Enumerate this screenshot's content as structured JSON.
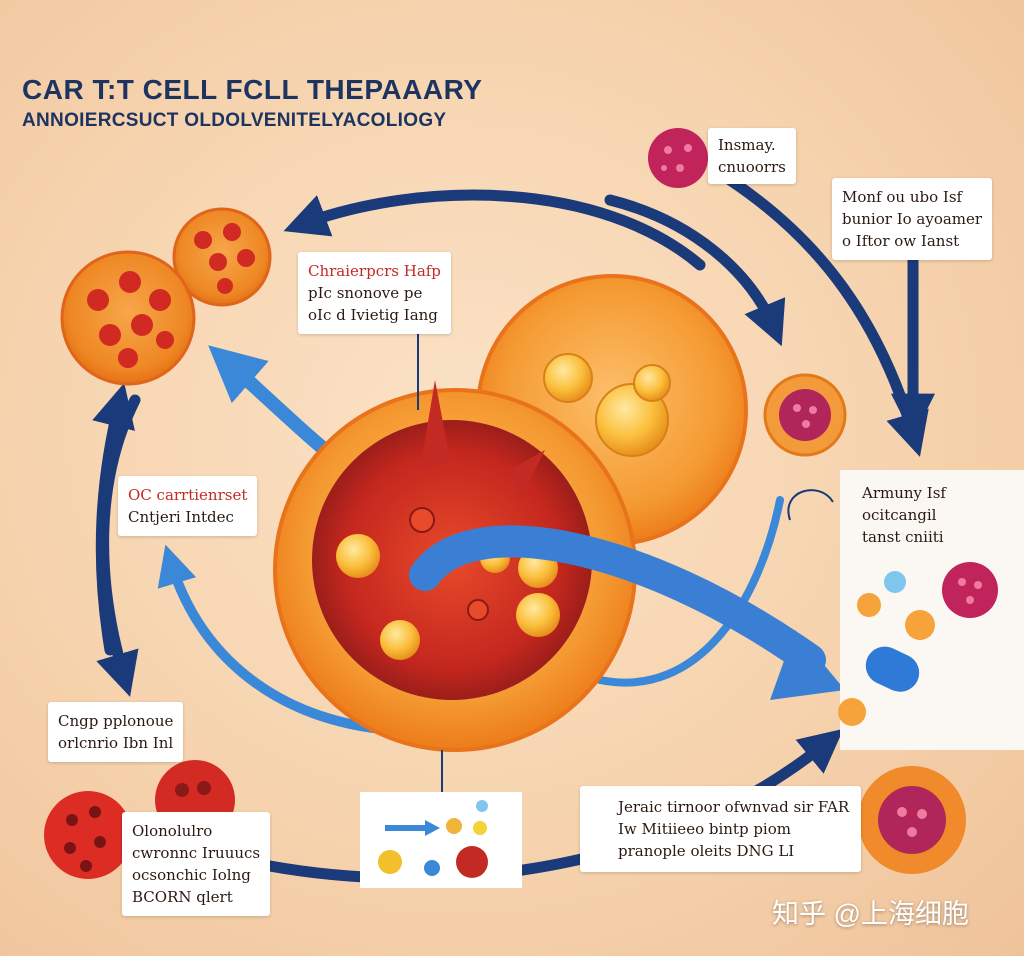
{
  "header": {
    "title": "CAR T:T CELL FCLL THEPAAARY",
    "subtitle": "ANNOIERCSUCT OLDOLVENITELYACOLIOGY"
  },
  "labels": {
    "top_right_small": [
      "Insmay.",
      "cnuoorrs"
    ],
    "right_upper": [
      "Monf ou ubo Isf",
      "bunior Io ayoamer",
      "o Iftor ow Ianst"
    ],
    "center_top": [
      "Chraierpcrs Hafp",
      "pIc snonove pe",
      "oIc d Ivietig Iang"
    ],
    "right_middle": [
      "Armuny Isf",
      "ocitcangil",
      "tanst cniiti"
    ],
    "left_middle": [
      "OC carrtienrset",
      "Cntjeri Intdec"
    ],
    "left_lower": [
      "Cngp pplonoue",
      "orlcnrio Ibn Inl"
    ],
    "left_bottom": [
      "Olonolulro",
      "cwronnc Iruuucs",
      "ocsonchic Iolng",
      "BCORN qlert"
    ],
    "bottom_right": [
      "Jeraic tirnoor ofwnvad sir FAR",
      "Iw Mitiieeo bintp piom",
      "pranople oleits DNG LI"
    ]
  },
  "watermark": "知乎 @上海细胞",
  "colors": {
    "background": "#f6d3ae",
    "navy_arrow": "#1a3a7a",
    "blue_arrow": "#3b87d8",
    "cell_orange": "#f08a2a",
    "cell_red": "#c42a24",
    "virus_magenta": "#b0265a",
    "title_navy": "#1d3461"
  }
}
